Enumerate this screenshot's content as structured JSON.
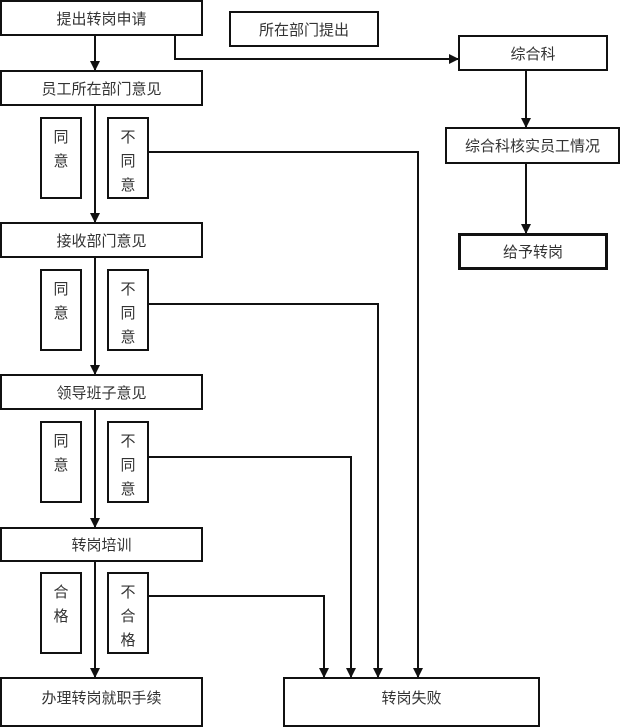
{
  "diagram": {
    "main_flow": [
      {
        "id": "apply",
        "label": "提出转岗申请"
      },
      {
        "id": "dept-opinion",
        "label": "员工所在部门意见"
      },
      {
        "id": "receiving-dept-opinion",
        "label": "接收部门意见"
      },
      {
        "id": "leadership-opinion",
        "label": "领导班子意见"
      },
      {
        "id": "training",
        "label": "转岗培训"
      },
      {
        "id": "onboarding",
        "label": "办理转岗就职手续"
      }
    ],
    "decisions": [
      {
        "agree": [
          "同",
          "意"
        ],
        "disagree": [
          "不",
          "同",
          "意"
        ]
      },
      {
        "agree": [
          "同",
          "意"
        ],
        "disagree": [
          "不",
          "同",
          "意"
        ]
      },
      {
        "agree": [
          "同",
          "意"
        ],
        "disagree": [
          "不",
          "同",
          "意"
        ]
      },
      {
        "agree": [
          "合",
          "格"
        ],
        "disagree": [
          "不",
          "合",
          "格"
        ]
      }
    ],
    "side_flow": {
      "note": "所在部门提出",
      "steps": [
        {
          "id": "general-office",
          "label": "综合科"
        },
        {
          "id": "verify",
          "label": "综合科核实员工情况"
        },
        {
          "id": "grant",
          "label": "给予转岗"
        }
      ]
    },
    "failure": {
      "label": "转岗失败"
    }
  }
}
